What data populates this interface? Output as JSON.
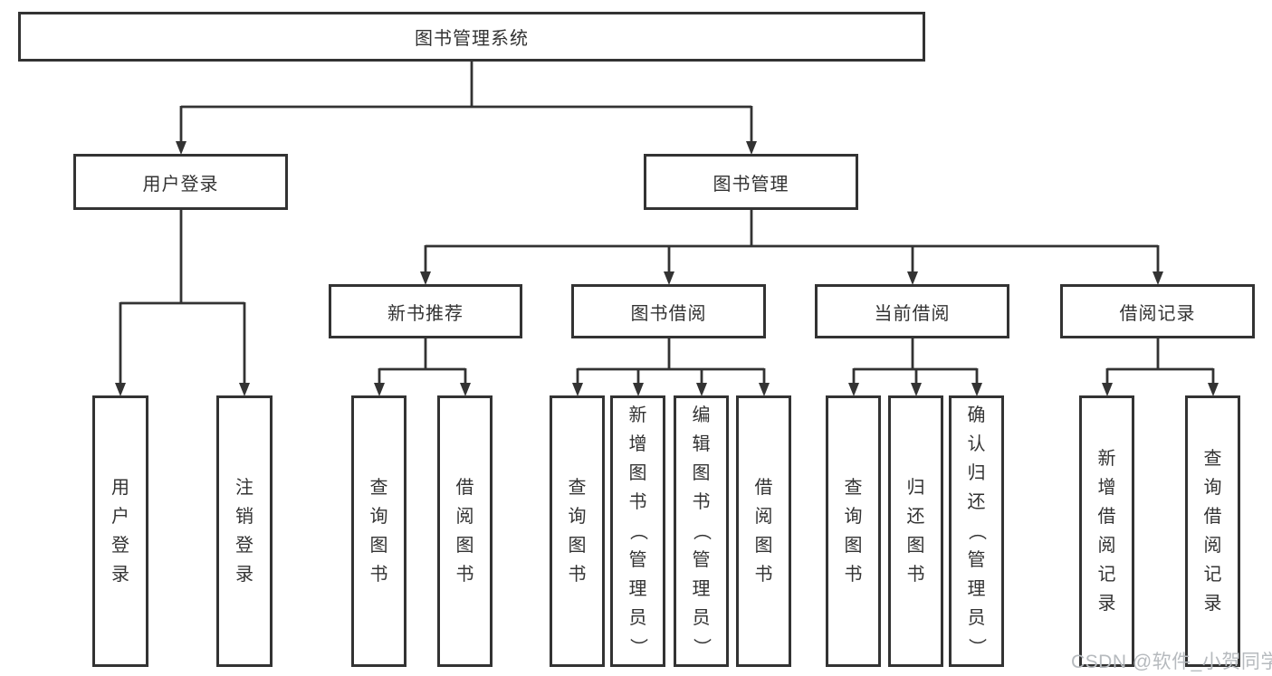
{
  "diagram": {
    "title": "图书管理系统",
    "tree": {
      "label": "图书管理系统",
      "children": [
        {
          "label": "用户登录",
          "children": [
            {
              "label": "用户登录"
            },
            {
              "label": "注销登录"
            }
          ]
        },
        {
          "label": "图书管理",
          "children": [
            {
              "label": "新书推荐",
              "children": [
                {
                  "label": "查询图书"
                },
                {
                  "label": "借阅图书"
                }
              ]
            },
            {
              "label": "图书借阅",
              "children": [
                {
                  "label": "查询图书"
                },
                {
                  "label": "新增图书（管理员）"
                },
                {
                  "label": "编辑图书（管理员）"
                },
                {
                  "label": "借阅图书"
                }
              ]
            },
            {
              "label": "当前借阅",
              "children": [
                {
                  "label": "查询图书"
                },
                {
                  "label": "归还图书"
                },
                {
                  "label": "确认归还（管理员）"
                }
              ]
            },
            {
              "label": "借阅记录",
              "children": [
                {
                  "label": "新增借阅记录"
                },
                {
                  "label": "查询借阅记录"
                }
              ]
            }
          ]
        }
      ]
    },
    "watermark": "CSDN @软件_小贺同学",
    "colors": {
      "line": "#333333",
      "box_border": "#333333",
      "text": "#333333",
      "background": "#ffffff",
      "watermark": "#b6babe"
    }
  }
}
